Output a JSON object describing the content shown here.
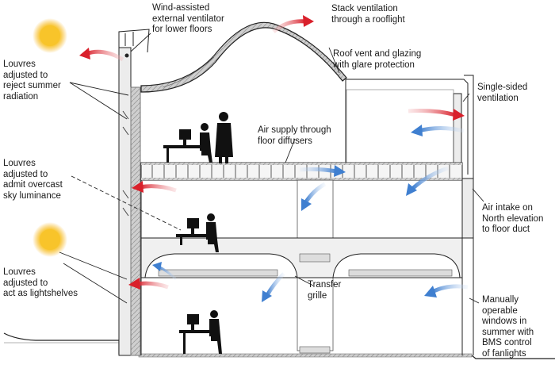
{
  "labels": {
    "wind_ventilator": "Wind-assisted\nexternal ventilator\nfor lower floors",
    "stack_ventilation": "Stack ventilation\nthrough a rooflight",
    "roof_vent": "Roof vent and glazing\nwith glare protection",
    "louvres_summer": "Louvres\nadjusted to\nreject summer\nradiation",
    "single_sided": "Single-sided\nventilation",
    "air_supply": "Air supply through\nfloor diffusers",
    "louvres_overcast": "Louvres\nadjusted to\nadmit overcast\nsky luminance",
    "air_intake": "Air intake on\nNorth elevation\nto floor duct",
    "louvres_lightshelves": "Louvres\nadjusted to\nact as lightshelves",
    "transfer_grille": "Transfer\ngrille",
    "manual_windows": "Manually\noperable\nwindows in\nsummer with\nBMS control\nof fanlights"
  },
  "colors": {
    "warm_air": "#d9202b",
    "cool_air": "#3f7fd0",
    "sun": "#f6b21a",
    "structure": "#9a9a9a",
    "line": "#222222"
  },
  "icons": [
    "sun-icon",
    "warm-air-arrow",
    "cool-air-arrow",
    "person-at-desk",
    "standing-person"
  ]
}
